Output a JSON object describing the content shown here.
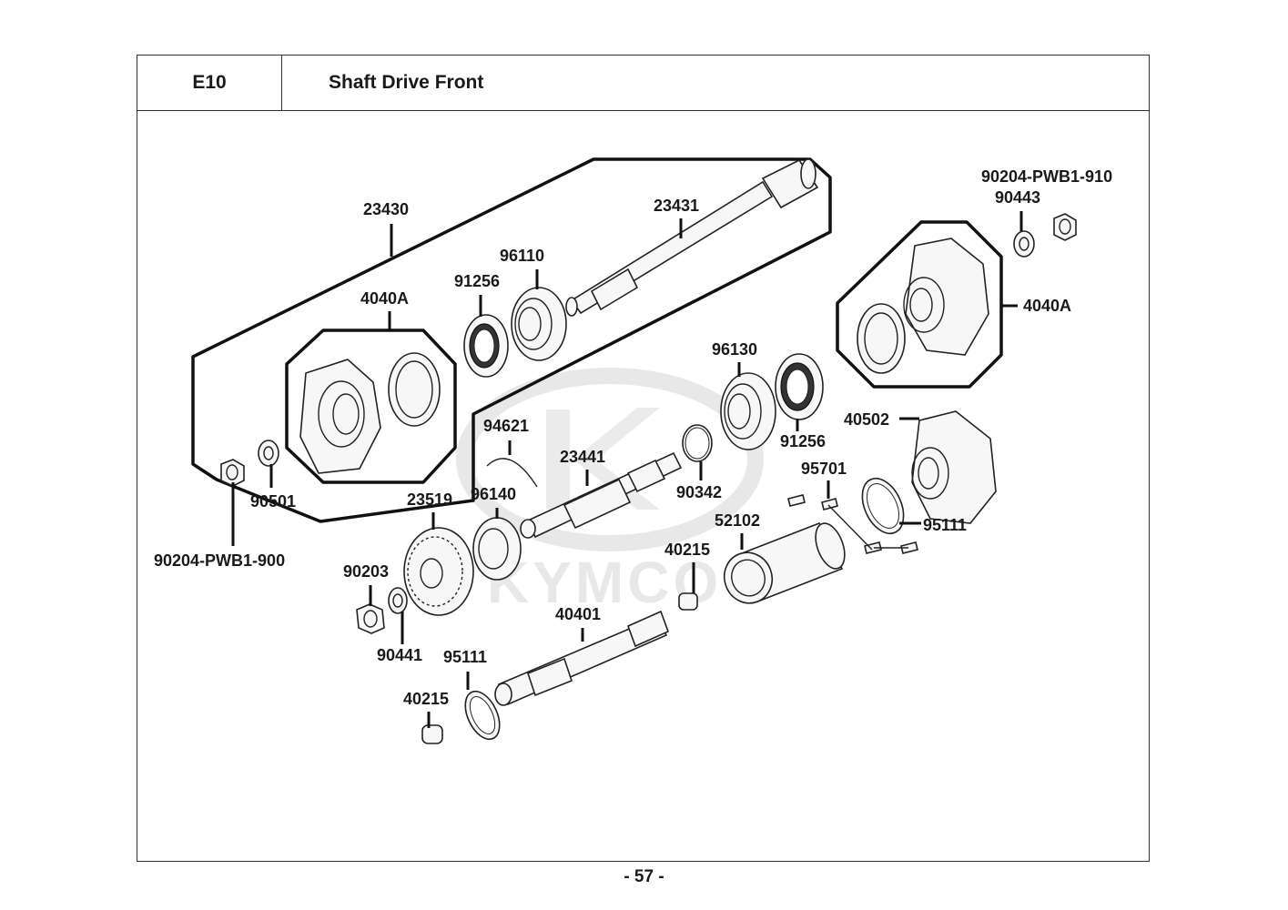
{
  "section": {
    "code": "E10",
    "title": "Shaft Drive Front"
  },
  "page_number": "- 57 -",
  "watermark": {
    "text": "KYMCO",
    "color": "#d6d6d6"
  },
  "callouts": {
    "p23430": "23430",
    "p23431": "23431",
    "p96110": "96110",
    "p91256_a": "91256",
    "p4040A_left": "4040A",
    "p90501": "90501",
    "p90204_900": "90204-PWB1-900",
    "p94621": "94621",
    "p23441": "23441",
    "p96140": "96140",
    "p23519": "23519",
    "p90203": "90203",
    "p90441": "90441",
    "p95111_a": "95111",
    "p40215_a": "40215",
    "p40401": "40401",
    "p40215_b": "40215",
    "p96130": "96130",
    "p91256_b": "91256",
    "p90342": "90342",
    "p95701": "95701",
    "p52102": "52102",
    "p40502": "40502",
    "p95111_b": "95111",
    "p4040A_right": "4040A",
    "p90204_910": "90204-PWB1-910",
    "p90443": "90443"
  }
}
